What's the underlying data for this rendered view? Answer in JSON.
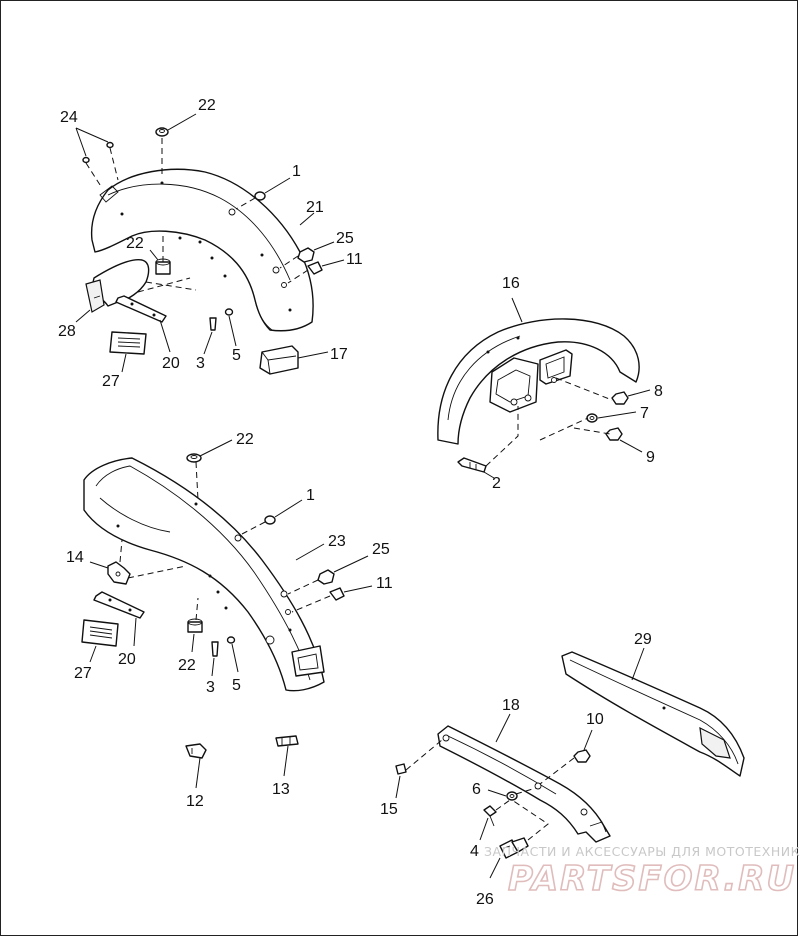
{
  "callouts": {
    "c24": "24",
    "c22a": "22",
    "c1a": "1",
    "c21": "21",
    "c25a": "25",
    "c11a": "11",
    "c22b": "22",
    "c28": "28",
    "c20a": "20",
    "c3a": "3",
    "c5a": "5",
    "c17": "17",
    "c27a": "27",
    "c16": "16",
    "c8": "8",
    "c7": "7",
    "c9": "9",
    "c2": "2",
    "c22c": "22",
    "c1b": "1",
    "c23": "23",
    "c25b": "25",
    "c11b": "11",
    "c14": "14",
    "c20b": "20",
    "c27b": "27",
    "c22d": "22",
    "c3b": "3",
    "c5b": "5",
    "c29": "29",
    "c18": "18",
    "c10": "10",
    "c12": "12",
    "c13": "13",
    "c6": "6",
    "c15": "15",
    "c4": "4",
    "c26": "26"
  },
  "watermark": {
    "text": "ЗАПЧАСТИ И АКСЕССУАРЫ ДЛЯ МОТОТЕХНИКИ",
    "logo": "PARTSFOR.RU"
  },
  "colors": {
    "line": "#111111",
    "watermark_logo": "#e0bcbc",
    "watermark_text": "#c8c8c8"
  }
}
